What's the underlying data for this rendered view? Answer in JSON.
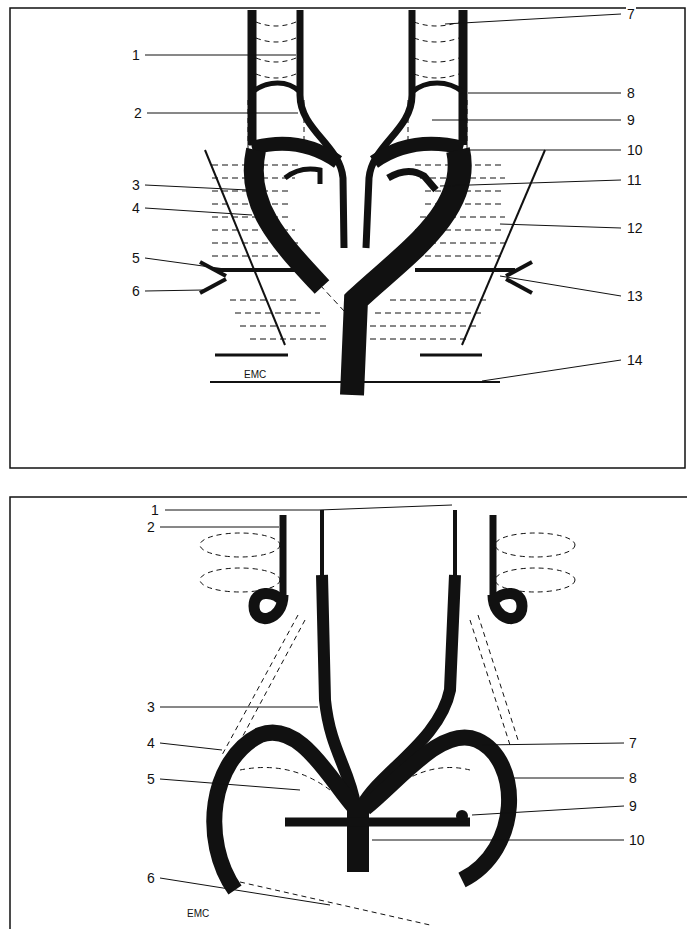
{
  "diagram": {
    "labels": [
      "1",
      "2",
      "3",
      "4",
      "5",
      "6",
      "7",
      "8",
      "9",
      "10",
      "11",
      "12",
      "13",
      "14",
      "EMC",
      "1",
      "2",
      "3",
      "4",
      "5",
      "6",
      "7",
      "8",
      "9",
      "10",
      "EMC"
    ]
  }
}
